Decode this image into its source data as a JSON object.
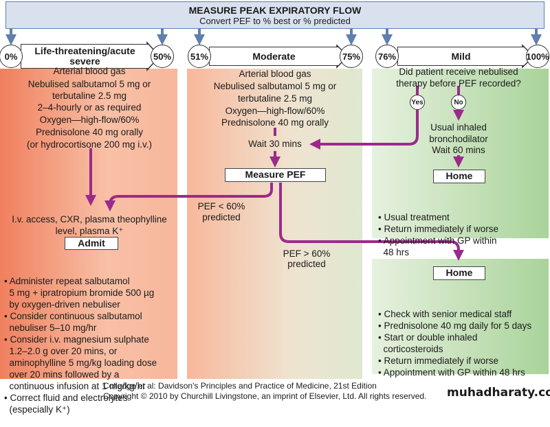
{
  "header": {
    "title": "MEASURE PEAK EXPIRATORY FLOW",
    "subtitle": "Convert PEF to % best or % predicted"
  },
  "bands": [
    {
      "start": "0%",
      "label": "Life-threatening/acute severe",
      "end": "50%"
    },
    {
      "start": "51%",
      "label": "Moderate",
      "end": "75%"
    },
    {
      "start": "76%",
      "label": "Mild",
      "end": "100%"
    }
  ],
  "severe": {
    "lines": [
      "Arterial blood gas",
      "Nebulised salbutamol 5 mg or",
      "terbutaline 2.5 mg",
      "2–4-hourly or as required",
      "Oxygen—high-flow/60%",
      "Prednisolone 40 mg orally",
      "(or hydrocortisone 200 mg i.v.)"
    ],
    "tests": [
      "I.v. access, CXR, plasma theophylline",
      "level, plasma K⁺"
    ],
    "admit": "Admit",
    "bullets": [
      "• Administer repeat salbutamol",
      "  5 mg + ipratropium bromide 500 µg",
      "  by oxygen-driven nebuliser",
      "• Consider continuous salbutamol",
      "  nebuliser 5–10 mg/hr",
      "• Consider i.v. magnesium sulphate",
      "  1.2–2.0 g over 20 mins, or",
      "  aminophylline 5 mg/kg loading dose",
      "  over 20 mins followed by a",
      "  continuous infusion at 1 mg/kg/hr",
      "• Correct fluid and electrolytes",
      "  (especially K⁺)"
    ]
  },
  "moderate": {
    "lines": [
      "Arterial blood gas",
      "Nebulised salbutamol 5 mg or",
      "terbutaline 2.5 mg",
      "Oxygen—high-flow/60%",
      "Prednisolone 40 mg orally"
    ],
    "wait": "Wait 30 mins",
    "measure": "Measure PEF",
    "low": [
      "PEF < 60%",
      "predicted"
    ],
    "high": [
      "PEF > 60%",
      "predicted"
    ]
  },
  "mild": {
    "question": [
      "Did patient receive nebulised",
      "therapy before PEF recorded?"
    ],
    "yes": "Yes",
    "no": "No",
    "no_path": [
      "Usual inhaled",
      "bronchodilator",
      "Wait 60 mins"
    ],
    "home": "Home",
    "bullets": [
      "• Usual treatment",
      "• Return immediately if worse",
      "• Appointment with GP within",
      "  48 hrs"
    ]
  },
  "home2": {
    "home": "Home",
    "bullets": [
      "• Check with senior medical staff",
      "• Prednisolone 40 mg daily for 5 days",
      "• Start or double inhaled",
      "  corticosteroids",
      "• Return immediately if worse",
      "• Appointment with GP within 48 hrs"
    ]
  },
  "footer": {
    "line1": "Colledge et al: Davidson's Principles and Practice of Medicine, 21st Edition",
    "line2": "Copyright © 2010 by Churchill Livingstone, an imprint of Elsevier, Ltd. All rights reserved.",
    "watermark": "muhadharaty.com"
  },
  "colors": {
    "arrow": "#9b2a8c",
    "blue_arrow": "#5f7fae",
    "severe": "#f07f5e",
    "mild": "#a9d39a"
  }
}
